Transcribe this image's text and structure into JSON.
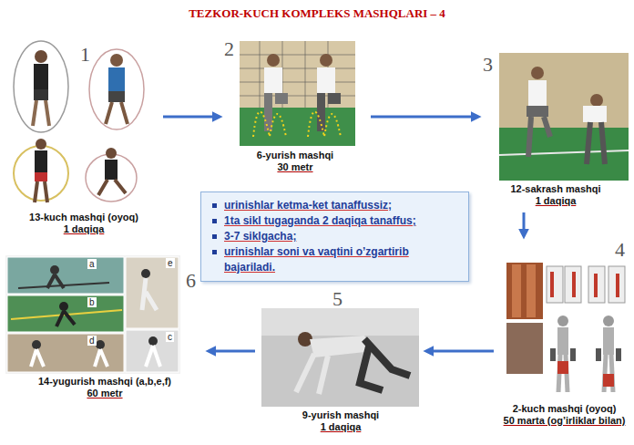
{
  "diagram": {
    "title": "TEZKOR-KUCH KOMPLEKS MASHQLARI – 4",
    "nodes": [
      {
        "text": [
          "1",
          "13-kuch mashqi (oyoq)",
          "1 daqiqa"
        ]
      },
      {
        "text": [
          "2",
          "6-yurish mashqi",
          "30 metr"
        ]
      },
      {
        "text": [
          "3",
          "12-sakrash mashqi",
          "1 daqiqa"
        ]
      },
      {
        "text": [
          "4",
          "2-kuch mashqi (oyoq)",
          "50 marta (og’irliklar bilan)"
        ]
      },
      {
        "text": [
          "5",
          "9-yurish mashqi",
          "1 daqiqa"
        ]
      },
      {
        "text": [
          "6",
          "14-yugurish mashqi (a,b,e,f)",
          "60 metr"
        ]
      },
      {
        "text": [
          "urinishlar ketma-ket tanaffussiz;",
          "1ta sikl tugaganda 2 daqiqa tanaffus;",
          "3-7 siklgacha;",
          "urinishlar soni va vaqtini o’zgartirib bajariladi."
        ]
      }
    ],
    "edges": [
      {
        "from": 0,
        "to": 1,
        "arrow": "to"
      },
      {
        "from": 1,
        "to": 2,
        "arrow": "to"
      },
      {
        "from": 2,
        "to": 3,
        "arrow": "to"
      },
      {
        "from": 3,
        "to": 4,
        "arrow": "to"
      },
      {
        "from": 4,
        "to": 5,
        "arrow": "to"
      }
    ],
    "labels": [
      "a",
      "e",
      "b",
      "d",
      "c"
    ]
  }
}
